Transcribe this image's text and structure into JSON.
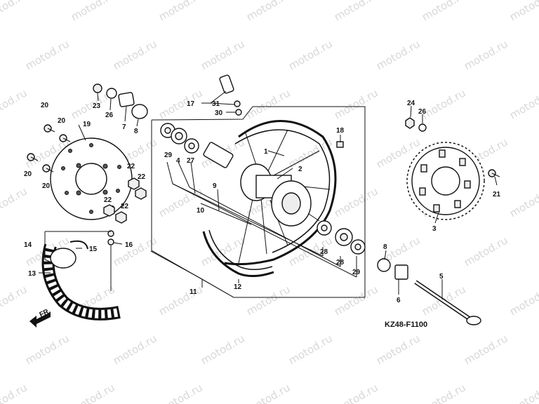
{
  "watermark": "motod.ru",
  "diagram_code": "KZ48-F1100",
  "direction_label": "FR.",
  "part_labels": {
    "p1": "1",
    "p2": "2",
    "p3": "3",
    "p4": "4",
    "p5": "5",
    "p6": "6",
    "p7": "7",
    "p8": "8",
    "p9": "9",
    "p10": "10",
    "p11": "11",
    "p12": "12",
    "p13": "13",
    "p14": "14",
    "p15": "15",
    "p16": "16",
    "p17": "17",
    "p18": "18",
    "p19": "19",
    "p20": "20",
    "p21": "21",
    "p22": "22",
    "p23": "23",
    "p24": "24",
    "p26": "26",
    "p27": "27",
    "p28": "28",
    "p29": "29",
    "p30": "30",
    "p31": "31"
  }
}
